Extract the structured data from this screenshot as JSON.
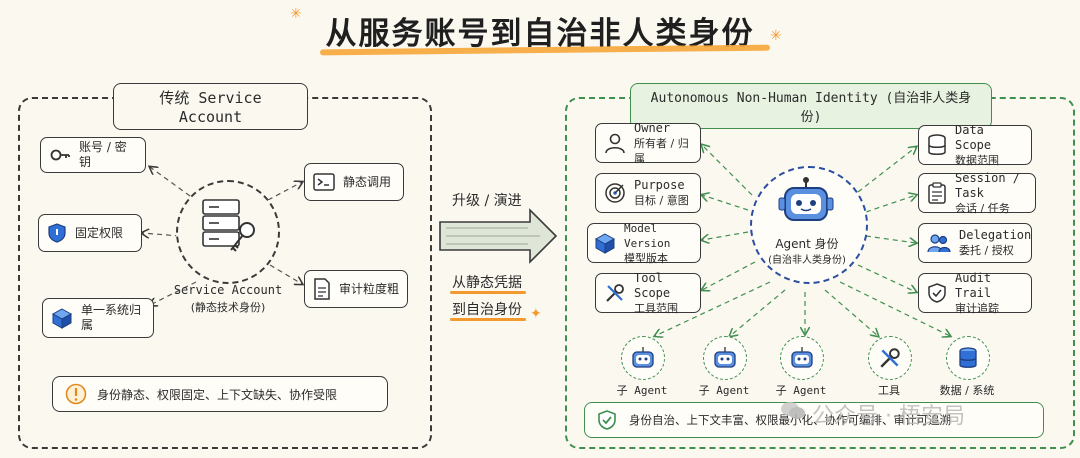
{
  "title": "从服务账号到自治非人类身份",
  "left_panel": {
    "tag": "传统 Service Account",
    "center_line1": "Service Account",
    "center_line2": "(静态技术身份)",
    "items": {
      "account": "账号 / 密钥",
      "fixed_perm": "固定权限",
      "single_system": "单一系统归属",
      "static_call": "静态调用",
      "audit": "审计粒度粗"
    },
    "bottom": "身份静态、权限固定、上下文缺失、协作受限"
  },
  "transition": {
    "top": "升级 / 演进",
    "bottom1": "从静态凭据",
    "bottom2": "到自治身份"
  },
  "right_panel": {
    "tag": "Autonomous Non-Human Identity (自治非人类身份)",
    "center_line1": "Agent 身份",
    "center_line2": "(自治非人类身份)",
    "left_items": [
      {
        "en": "Owner",
        "zh": "所有者 / 归属"
      },
      {
        "en": "Purpose",
        "zh": "目标 / 意图"
      },
      {
        "en": "Model Version",
        "zh": "模型版本"
      },
      {
        "en": "Tool Scope",
        "zh": "工具范围"
      }
    ],
    "right_items": [
      {
        "en": "Data Scope",
        "zh": "数据范围"
      },
      {
        "en": "Session / Task",
        "zh": "会话 / 任务"
      },
      {
        "en": "Delegation",
        "zh": "委托 / 授权"
      },
      {
        "en": "Audit Trail",
        "zh": "审计追踪"
      }
    ],
    "bottom_nodes": [
      "子 Agent",
      "子 Agent",
      "子 Agent",
      "工具",
      "数据 / 系统"
    ],
    "bottom": "身份自治、上下文丰富、权限最小化、协作可编排、审计可追溯"
  },
  "watermark": "公众号 · 梧安局",
  "colors": {
    "accent_orange": "#f29a2e",
    "green": "#3f8f4f",
    "blue": "#2b4fa0"
  }
}
